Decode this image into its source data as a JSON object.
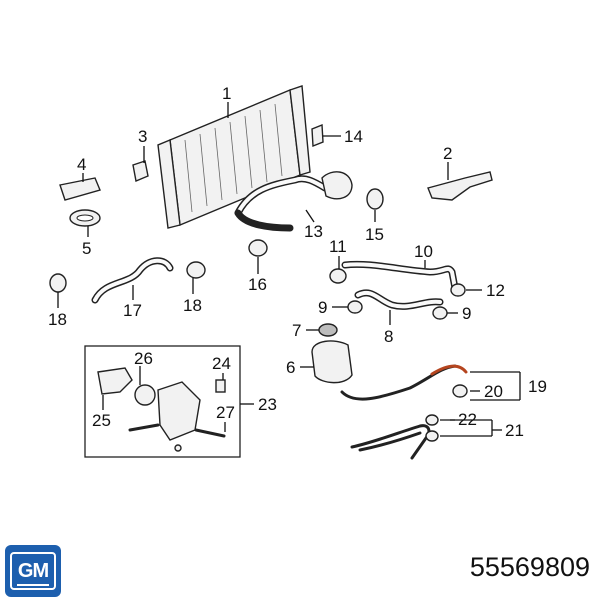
{
  "callouts": {
    "c1": "1",
    "c2": "2",
    "c3": "3",
    "c4": "4",
    "c5": "5",
    "c6": "6",
    "c7": "7",
    "c8": "8",
    "c9a": "9",
    "c9b": "9",
    "c10": "10",
    "c11": "11",
    "c12": "12",
    "c13": "13",
    "c14": "14",
    "c15": "15",
    "c16": "16",
    "c17": "17",
    "c18a": "18",
    "c18b": "18",
    "c19": "19",
    "c20": "20",
    "c21": "21",
    "c22": "22",
    "c23": "23",
    "c24": "24",
    "c25": "25",
    "c26": "26",
    "c27": "27"
  },
  "brand": {
    "logo_text": "GM",
    "logo_color": "#1d5fae"
  },
  "part_number": "55569809"
}
